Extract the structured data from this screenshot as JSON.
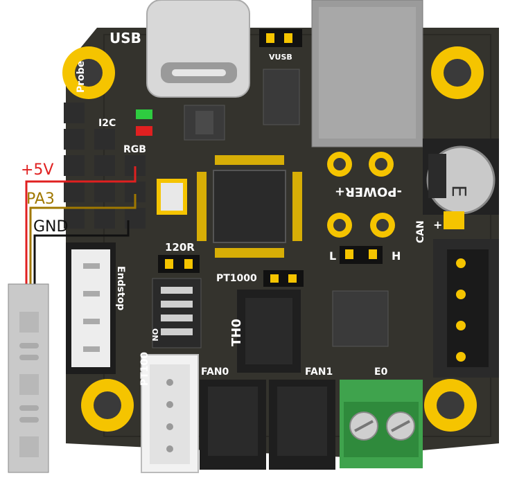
{
  "board": {
    "labels": {
      "usb": "USB",
      "vusb": "VUSB",
      "probe": "Probe",
      "i2c": "I2C",
      "rgb": "RGB",
      "endstop": "Endstop",
      "r120": "120R",
      "pt1000": "PT1000",
      "th0": "TH0",
      "pt100": "PT100",
      "fan0": "FAN0",
      "fan1": "FAN1",
      "e0": "E0",
      "power": "-POWER+",
      "power_minus": "-",
      "can": "CAN",
      "can_l": "L",
      "can_h": "H",
      "cap_plus": "+",
      "cap_mark": "E",
      "dip_on": "ON"
    },
    "colors": {
      "pcb": "#34332d",
      "gold": "#f5c400",
      "connector": "#2a2a2a",
      "terminal": "#3fa34d",
      "white_conn": "#ececec"
    }
  },
  "wires": [
    {
      "label": "+5V",
      "color": "#e02020"
    },
    {
      "label": "PA3",
      "color": "#a07800"
    },
    {
      "label": "GND",
      "color": "#111111"
    }
  ]
}
